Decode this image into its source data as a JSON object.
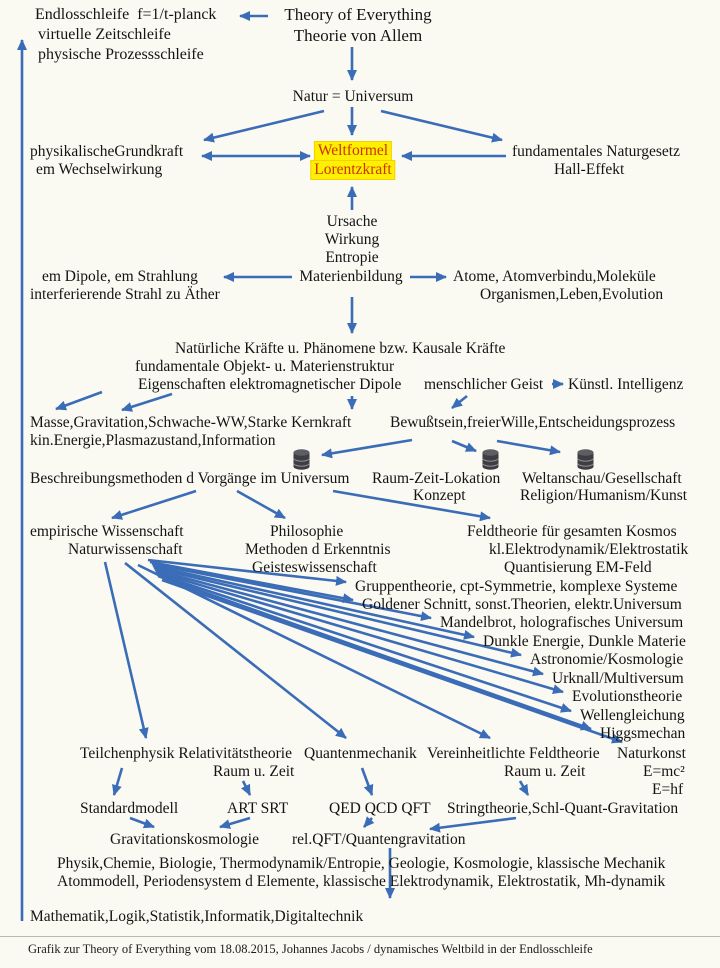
{
  "meta": {
    "bg_color": "#faf9f2",
    "arrow_color": "#3a6cb7",
    "highlight_bg": "#ffef00",
    "highlight_text": "#cc3300",
    "footer": "Grafik zur Theory of Everything vom 18.08.2015, Johannes Jacobs / dynamisches Weltbild in der Endlosschleife"
  },
  "nodes": {
    "loop1": "Endlosschleife  f=1/t-planck",
    "loop2": "virtuelle Zeitschleife",
    "loop3": "physische Prozessschleife",
    "title1": "Theory of Everything",
    "title2": "Theorie von Allem",
    "natur": "Natur = Universum",
    "grundkraft1": "physikalischeGrundkraft",
    "grundkraft2": "em Wechselwirkung",
    "weltformel1": "Weltformel",
    "weltformel2": "Lorentzkraft",
    "naturgesetz1": "fundamentales Naturgesetz",
    "naturgesetz2": "Hall-Effekt",
    "ursache": "Ursache",
    "wirkung": "Wirkung",
    "entropie": "Entropie",
    "dipole1": "em Dipole, em Strahlung",
    "dipole2": "interferierende Strahl zu Äther",
    "materienbildung": "Materienbildung",
    "atome1": "Atome, Atomverbindu,Moleküle",
    "atome2": "Organismen,Leben,Evolution",
    "kraefte1": "Natürliche Kräfte u. Phänomene bzw. Kausale Kräfte",
    "kraefte2": "fundamentale Objekt- u. Materienstruktur",
    "kraefte3": "Eigenschaften elektromagnetischer Dipole",
    "geist": "menschlicher Geist",
    "ki": "Künstl. Intelligenz",
    "masse1": "Masse,Gravitation,Schwache-WW,Starke Kernkraft",
    "masse2": "kin.Energie,Plasmazustand,Information",
    "bewusstsein": "Bewußtsein,freierWille,Entscheidungsprozess",
    "beschreibung": "Beschreibungsmethoden d Vorgänge im Universum",
    "raumzeit1": "Raum-Zeit-Lokation",
    "raumzeit2": "Konzept",
    "weltanschau1": "Weltanschau/Gesellschaft",
    "weltanschau2": "Religion/Humanism/Kunst",
    "empirisch": "empirische Wissenschaft",
    "naturwiss": "Naturwissenschaft",
    "philosophie": "Philosophie",
    "methoden": "Methoden d Erkenntnis",
    "geisteswiss": "Geisteswissenschaft",
    "feldtheorie": "Feldtheorie für gesamten Kosmos",
    "klelektro": "kl.Elektrodynamik/Elektrostatik",
    "quantisierung": "Quantisierung EM-Feld",
    "gruppen": "Gruppentheorie, cpt-Symmetrie, komplexe Systeme",
    "goldener": "Goldener Schnitt, sonst.Theorien, elektr.Universum",
    "mandelbrot": "Mandelbrot, holografisches Universum",
    "dunkle": "Dunkle Energie, Dunkle Materie",
    "astronomie": "Astronomie/Kosmologie",
    "urknall": "Urknall/Multiversum",
    "evolution": "Evolutionstheorie",
    "welle": "Wellengleichung",
    "higgs": "Higgsmechan",
    "teilchen": "Teilchenphysik Relativitätstheorie",
    "raumzeit_a": "Raum u. Zeit",
    "qm": "Quantenmechanik",
    "vereinheitlicht": "Vereinheitlichte Feldtheorie",
    "raumzeit_b": "Raum u. Zeit",
    "naturkonst": "Naturkonst",
    "emc2": "E=mc²",
    "ehf": "E=hf",
    "standardmodell": "Standardmodell",
    "artsrt": "ART SRT",
    "qed": "QED QCD QFT",
    "stringtheorie": "Stringtheorie,Schl-Quant-Gravitation",
    "gravkosmo": "Gravitationskosmologie",
    "relqft": "rel.QFT/Quantengravitation",
    "physik1": "Physik,Chemie, Biologie, Thermodynamik/Entropie, Geologie, Kosmologie, klassische Mechanik",
    "physik2": "Atommodell, Periodensystem d Elemente, klassische Elektrodynamik, Elektrostatik, Mh-dynamik",
    "mathematik": "Mathematik,Logik,Statistik,Informatik,Digitaltechnik"
  }
}
